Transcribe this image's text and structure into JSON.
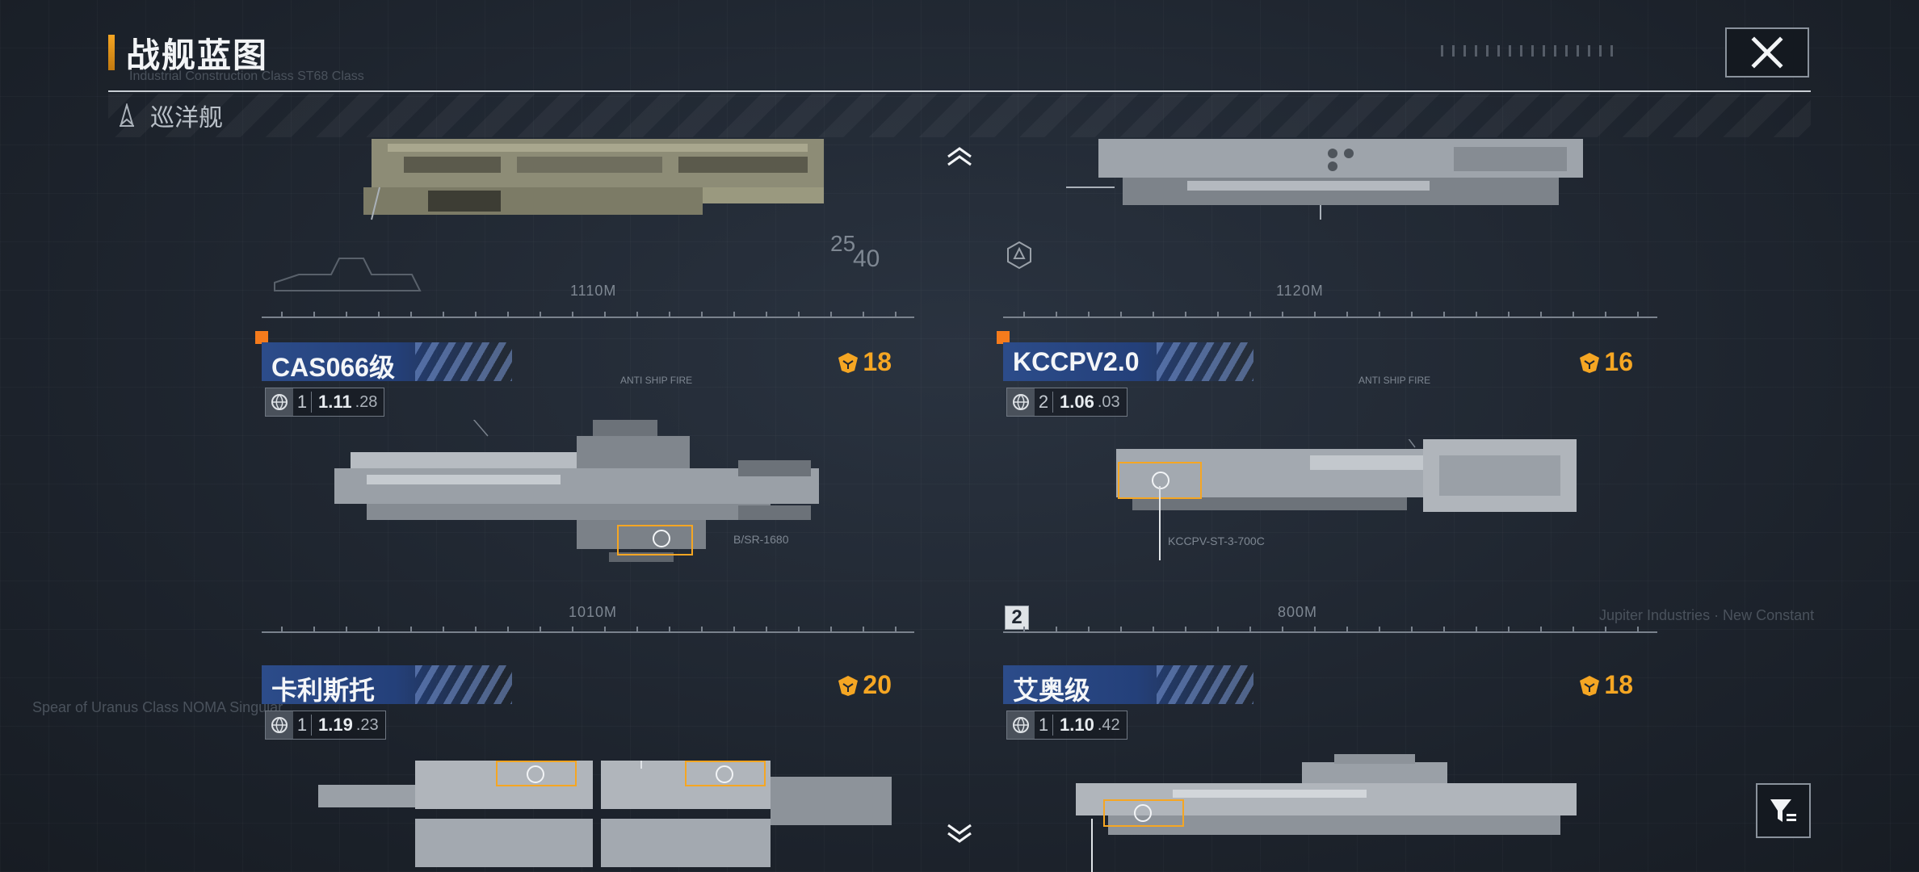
{
  "header": {
    "title": "战舰蓝图",
    "close_label": "close",
    "accent_color": "#f5a623"
  },
  "filter": {
    "category_label": "巡洋舰",
    "category_icon": "cruiser-icon"
  },
  "top_ships": [
    {
      "length_label": "1110M"
    },
    {
      "length_label": "1120M"
    }
  ],
  "top_deco": {
    "num_a": "25",
    "num_b": "40"
  },
  "ships": [
    {
      "name": "CAS066级",
      "score": "18",
      "level": "1",
      "stat_main": "1.11",
      "stat_sub": ".28",
      "module_label": "B/SR-1680",
      "length_label": "1010M",
      "badge": ""
    },
    {
      "name": "KCCPV2.0",
      "score": "16",
      "level": "2",
      "stat_main": "1.06",
      "stat_sub": ".03",
      "module_label": "KCCPV-ST-3-700C",
      "length_label": "800M",
      "badge": "2"
    },
    {
      "name": "卡利斯托",
      "score": "20",
      "level": "1",
      "stat_main": "1.19",
      "stat_sub": ".23",
      "module_label": "",
      "length_label": "",
      "badge": ""
    },
    {
      "name": "艾奥级",
      "score": "18",
      "level": "1",
      "stat_main": "1.10",
      "stat_sub": ".42",
      "module_label": "",
      "length_label": "",
      "badge": ""
    }
  ],
  "deco_text": {
    "anti_ship": "ANTI SHIP FIRE",
    "bg_left_1": "Spear of Uranus Class NOMA Singular",
    "bg_right_1": "Jupiter Industries · New Constant",
    "bg_top": "Industrial Construction Class ST68 Class"
  },
  "colors": {
    "name_bar": "#2c4c8a",
    "score": "#f5a623",
    "corner": "#f57b1c"
  }
}
